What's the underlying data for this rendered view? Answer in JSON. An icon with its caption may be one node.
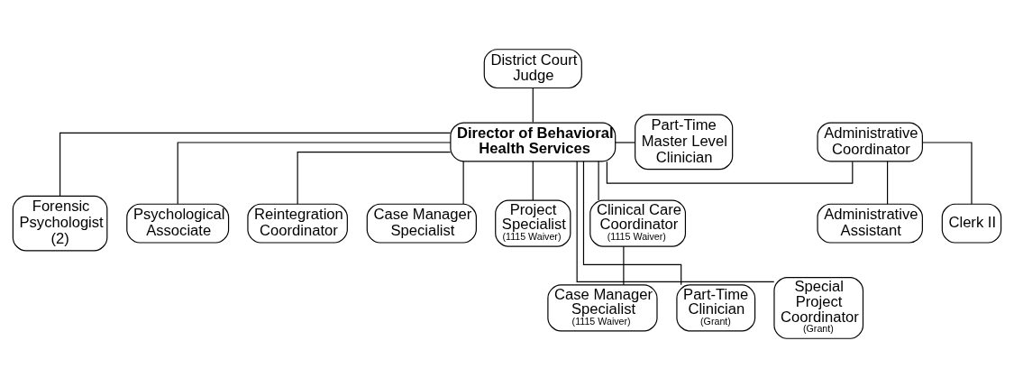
{
  "diagram": {
    "nodes": [
      {
        "text": [
          "District Court Judge"
        ]
      },
      {
        "text": [
          "Director of Behavioral Health Services"
        ]
      },
      {
        "text": [
          "Administrative Coordinator"
        ]
      },
      {
        "text": [
          "Part-Time Master Level Clinician"
        ]
      },
      {
        "text": [
          "Administrative Assistant"
        ]
      },
      {
        "text": [
          "Clerk II"
        ]
      },
      {
        "text": [
          "Forensic Psychologist (2)"
        ]
      },
      {
        "text": [
          "Psychological Associate"
        ]
      },
      {
        "text": [
          "Reintegration Coordinator"
        ]
      },
      {
        "text": [
          "Case Manager Specialist"
        ]
      },
      {
        "text": [
          "Project Specialist",
          "(1115 Waiver)"
        ]
      },
      {
        "text": [
          "Clinical Care Coordinator",
          "(1115 Waiver)"
        ]
      },
      {
        "text": [
          "Case Manager Specialist",
          "(1115 Waiver)"
        ]
      },
      {
        "text": [
          "Part-Time Clinician",
          "(Grant)"
        ]
      },
      {
        "text": [
          "Special Project Coordinator",
          "(Grant)"
        ]
      }
    ],
    "edges": [
      {
        "from": 0,
        "to": 1,
        "arrow": "none"
      },
      {
        "from": 1,
        "to": 2,
        "arrow": "none"
      },
      {
        "from": 1,
        "to": 3,
        "arrow": "none"
      },
      {
        "from": 2,
        "to": 4,
        "arrow": "none"
      },
      {
        "from": 2,
        "to": 5,
        "arrow": "none"
      },
      {
        "from": 1,
        "to": 6,
        "arrow": "none"
      },
      {
        "from": 1,
        "to": 7,
        "arrow": "none"
      },
      {
        "from": 1,
        "to": 8,
        "arrow": "none"
      },
      {
        "from": 1,
        "to": 9,
        "arrow": "none"
      },
      {
        "from": 1,
        "to": 10,
        "arrow": "none"
      },
      {
        "from": 1,
        "to": 11,
        "arrow": "none"
      },
      {
        "from": 11,
        "to": 12,
        "arrow": "none"
      },
      {
        "from": 1,
        "to": 13,
        "arrow": "none"
      },
      {
        "from": 1,
        "to": 14,
        "arrow": "none"
      }
    ]
  }
}
